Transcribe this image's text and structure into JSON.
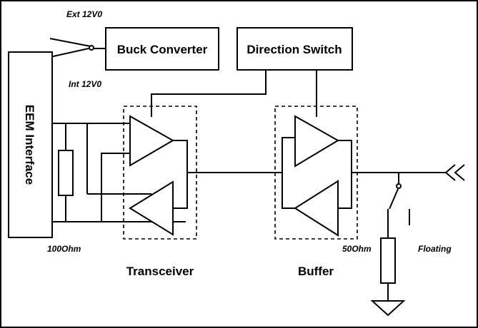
{
  "labels": {
    "ext_supply": "Ext 12V0",
    "int_supply": "Int 12V0",
    "buck_converter": "Buck Converter",
    "direction_switch": "Direction Switch",
    "eem_interface": "EEM Interface",
    "resistor_100": "100Ohm",
    "resistor_50": "50Ohm",
    "floating": "Floating",
    "transceiver": "Transceiver",
    "buffer": "Buffer"
  }
}
